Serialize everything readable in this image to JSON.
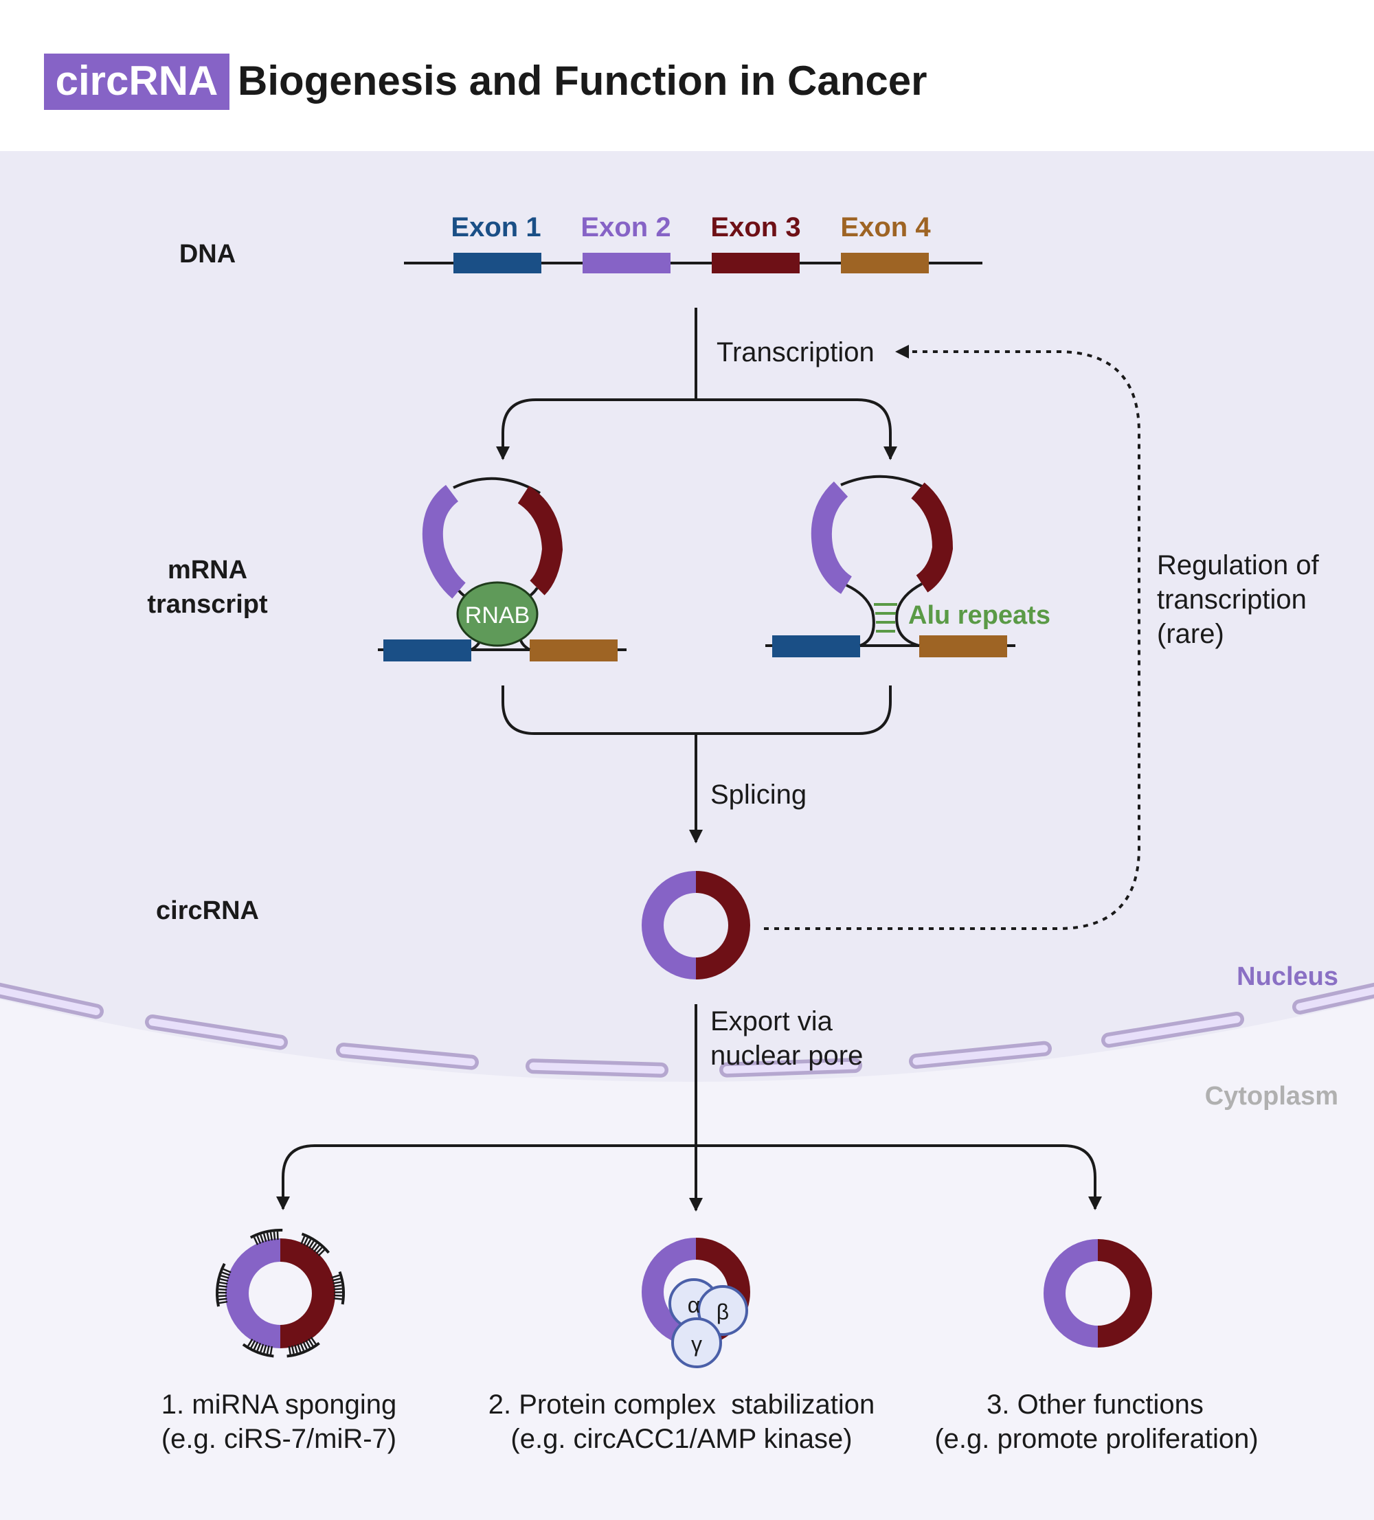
{
  "title": {
    "badge": "circRNA",
    "rest": "Biogenesis and Function in Cancer"
  },
  "colors": {
    "exon1": "#1a4f86",
    "exon2": "#8663c6",
    "exon3": "#6e1016",
    "exon4": "#9e6424",
    "badge": "#8663c6",
    "alu": "#5a9a46",
    "rnab_fill": "#5f9a59",
    "nucleus_label": "#8a70c4",
    "cytoplasm_label": "#b0b0b0",
    "protein_stroke": "#4a5fa8",
    "protein_fill": "#e2e7f8"
  },
  "row_labels": {
    "dna": "DNA",
    "mrna_line1": "mRNA",
    "mrna_line2": "transcript",
    "circrna": "circRNA"
  },
  "exons": [
    "Exon 1",
    "Exon 2",
    "Exon 3",
    "Exon 4"
  ],
  "steps": {
    "transcription": "Transcription",
    "splicing": "Splicing",
    "export_line1": "Export via",
    "export_line2": "nuclear pore"
  },
  "regulation": {
    "line1": "Regulation of",
    "line2": "transcription",
    "line3": "(rare)"
  },
  "rnab": "RNAB",
  "alu": "Alu repeats",
  "compartments": {
    "nucleus": "Nucleus",
    "cytoplasm": "Cytoplasm"
  },
  "proteins": [
    "α",
    "β",
    "γ"
  ],
  "functions": [
    {
      "line1": "1. miRNA sponging",
      "line2": "(e.g. ciRS-7/miR-7)"
    },
    {
      "line1": "2. Protein complex  stabilization",
      "line2": "(e.g. circACC1/AMP kinase)"
    },
    {
      "line1": "3. Other functions",
      "line2": "(e.g. promote proliferation)"
    }
  ]
}
